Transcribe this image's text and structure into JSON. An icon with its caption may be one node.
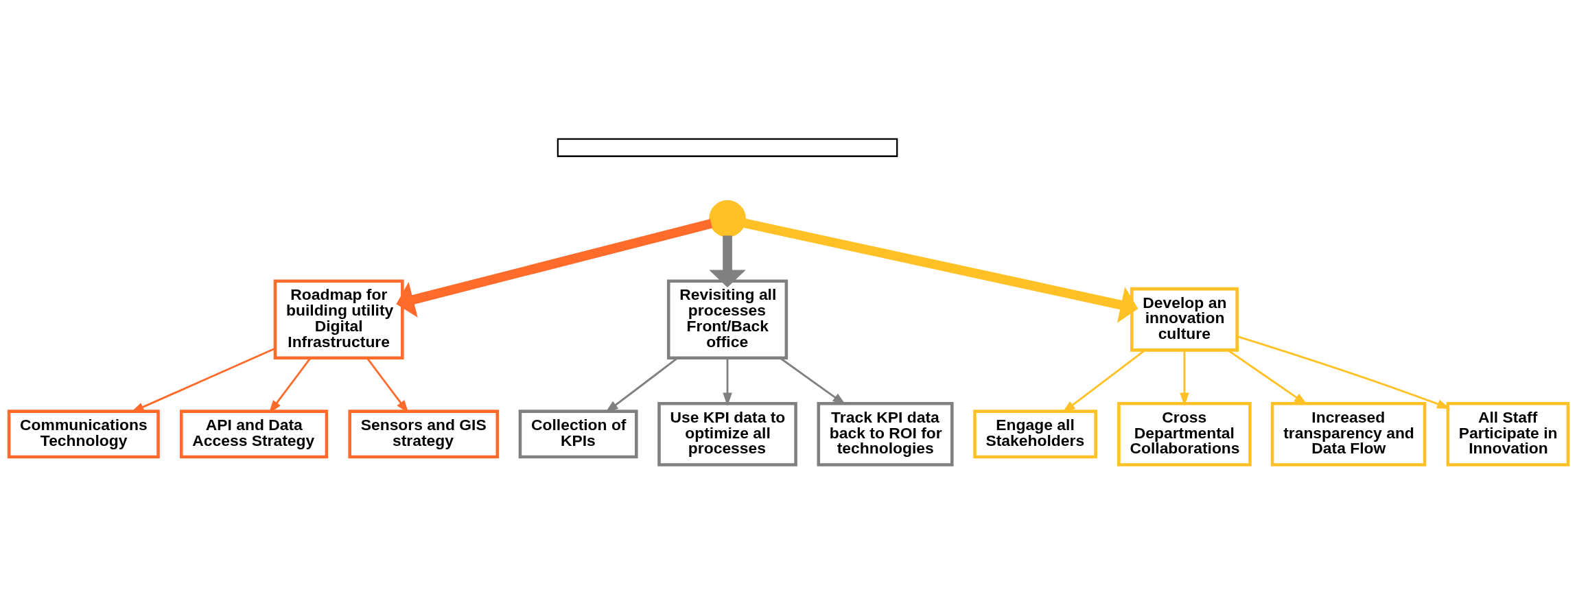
{
  "diagram": {
    "nodes": [
      {
        "text": [],
        "shape": "box"
      },
      {
        "text": [],
        "shape": "circle"
      },
      {
        "text": [
          "Roadmap for building utility Digital Infrastructure"
        ]
      },
      {
        "text": [
          "Revisiting all processes Front/Back office"
        ]
      },
      {
        "text": [
          "Develop an innovation culture"
        ]
      },
      {
        "text": [
          "Communications Technology"
        ]
      },
      {
        "text": [
          "API and Data Access Strategy"
        ]
      },
      {
        "text": [
          "Sensors and GIS strategy"
        ]
      },
      {
        "text": [
          "Collection of KPIs"
        ]
      },
      {
        "text": [
          "Use KPI data to optimize all processes"
        ]
      },
      {
        "text": [
          "Track KPI data back to ROI for technologies"
        ]
      },
      {
        "text": [
          "Engage all Stakeholders"
        ]
      },
      {
        "text": [
          "Cross Departmental Collaborations"
        ]
      },
      {
        "text": [
          "Increased transparency and Data Flow"
        ]
      },
      {
        "text": [
          "All Staff Participate in Innovation"
        ]
      }
    ],
    "edges": [
      {
        "from": 1,
        "to": 2,
        "arrow": "to",
        "style": "thick",
        "color": "#ff6b2b"
      },
      {
        "from": 1,
        "to": 3,
        "arrow": "to",
        "style": "thick",
        "color": "#808080"
      },
      {
        "from": 1,
        "to": 4,
        "arrow": "to",
        "style": "thick"
      },
      {
        "from": 2,
        "to": 5,
        "arrow": "to",
        "color": "#ff6b2b"
      },
      {
        "from": 2,
        "to": 6,
        "arrow": "to",
        "color": "#ff6b2b"
      },
      {
        "from": 2,
        "to": 7,
        "arrow": "to",
        "color": "#ff6b2b"
      },
      {
        "from": 3,
        "to": 8,
        "arrow": "to",
        "color": "#808080"
      },
      {
        "from": 3,
        "to": 9,
        "arrow": "to",
        "color": "#808080"
      },
      {
        "from": 3,
        "to": 10,
        "arrow": "to",
        "color": "#808080"
      },
      {
        "from": 4,
        "to": 11,
        "arrow": "to"
      },
      {
        "from": 4,
        "to": 12,
        "arrow": "to"
      },
      {
        "from": 4,
        "to": 13,
        "arrow": "to"
      },
      {
        "from": 4,
        "to": 14,
        "arrow": "to"
      }
    ]
  }
}
